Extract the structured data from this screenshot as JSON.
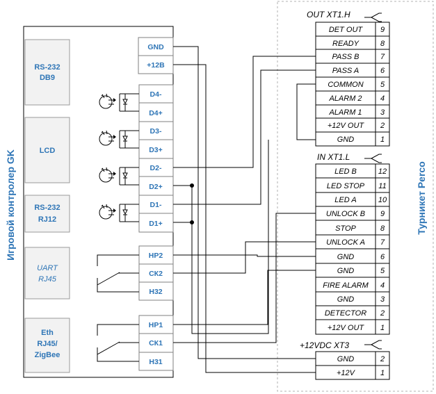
{
  "controller": {
    "title": "Игровой контролер GK",
    "ports": [
      {
        "line1": "RS-232",
        "line2": "DB9",
        "style": "bold"
      },
      {
        "line1": "LCD",
        "line2": "",
        "style": "bold"
      },
      {
        "line1": "RS-232",
        "line2": "RJ12",
        "style": "bold"
      },
      {
        "line1": "UART",
        "line2": "RJ45",
        "style": "italic"
      },
      {
        "line1": "Eth",
        "line2": "RJ45/",
        "line3": "ZigBee",
        "style": "bold"
      }
    ],
    "terminals_power": [
      "GND",
      "+12В"
    ],
    "terminals_io": [
      "D4-",
      "D4+",
      "D3-",
      "D3+",
      "D2-",
      "D2+",
      "D1-",
      "D1+"
    ],
    "terminals_relay1": [
      "НР2",
      "СК2",
      "Н32"
    ],
    "terminals_relay2": [
      "НР1",
      "СК1",
      "Н31"
    ]
  },
  "turnstile": {
    "title": "Турникет Perco",
    "xt1h": {
      "header": "OUT  XT1.H",
      "rows": [
        {
          "label": "DET OUT",
          "num": "9"
        },
        {
          "label": "READY",
          "num": "8"
        },
        {
          "label": "PASS B",
          "num": "7"
        },
        {
          "label": "PASS A",
          "num": "6"
        },
        {
          "label": "COMMON",
          "num": "5"
        },
        {
          "label": "ALARM 2",
          "num": "4"
        },
        {
          "label": "ALARM 1",
          "num": "3"
        },
        {
          "label": "+12V OUT",
          "num": "2"
        },
        {
          "label": "GND",
          "num": "1"
        }
      ]
    },
    "xt1l": {
      "header": "IN  XT1.L",
      "rows": [
        {
          "label": "LED B",
          "num": "12"
        },
        {
          "label": "LED STOP",
          "num": "11"
        },
        {
          "label": "LED A",
          "num": "10"
        },
        {
          "label": "UNLOCK B",
          "num": "9"
        },
        {
          "label": "STOP",
          "num": "8"
        },
        {
          "label": "UNLOCK A",
          "num": "7"
        },
        {
          "label": "GND",
          "num": "6"
        },
        {
          "label": "GND",
          "num": "5"
        },
        {
          "label": "FIRE ALARM",
          "num": "4"
        },
        {
          "label": "GND",
          "num": "3"
        },
        {
          "label": "DETECTOR",
          "num": "2"
        },
        {
          "label": "+12V OUT",
          "num": "1"
        }
      ]
    },
    "xt3": {
      "header": "+12VDC  XT3",
      "rows": [
        {
          "label": "GND",
          "num": "2"
        },
        {
          "label": "+12V",
          "num": "1"
        }
      ]
    }
  },
  "colors": {
    "title_blue": "#2e75b6",
    "line": "#000000",
    "box_border": "#7f7f7f",
    "port_fill": "#f2f2f2",
    "dash": "#a6a6a6"
  }
}
